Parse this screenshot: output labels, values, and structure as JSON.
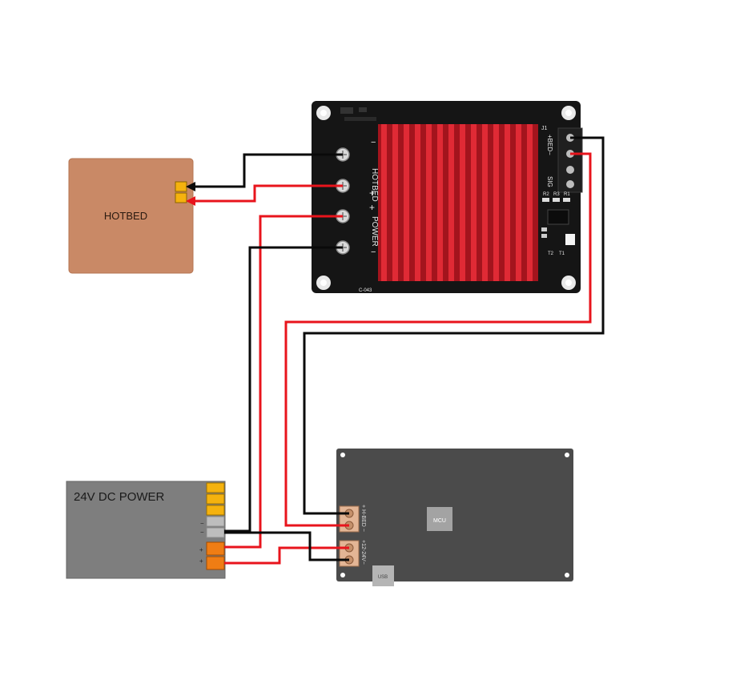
{
  "hotbed": {
    "label": "HOTBED"
  },
  "power_supply": {
    "label": "24V DC POWER",
    "terminal_marks": [
      "−",
      "−",
      "+",
      "+"
    ]
  },
  "mosfet_module": {
    "terminal_labels": [
      "HOTBED",
      "POWER"
    ],
    "signal_labels": [
      "+BED−",
      "SIG"
    ],
    "connector_label": "J1",
    "component_labels": [
      "R2",
      "R3",
      "R1",
      "T2",
      "T1"
    ],
    "board_id": "C-043"
  },
  "mainboard": {
    "chip_label": "MCU",
    "usb_label": "USB",
    "bed_terminal_label": "+ H-BED −",
    "power_terminal_label": "+12-24V−"
  },
  "colors": {
    "positive_wire": "#e8141c",
    "negative_wire": "#0a0a0a",
    "heatsink": "#d2202b",
    "hotbed": "#c98966",
    "psu_body": "#7e7e7e",
    "psu_terminal": "#f5b20e",
    "psu_terminal_out": "#ef7d14",
    "mainboard": "#4b4b4b"
  }
}
